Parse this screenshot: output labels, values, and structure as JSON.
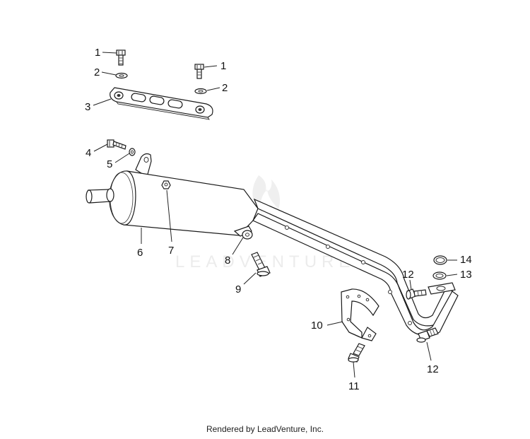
{
  "watermark": {
    "text": "LEADVENTURE"
  },
  "footer": {
    "text": "Rendered by LeadVenture, Inc."
  },
  "callouts": {
    "c1a": "1",
    "c1b": "1",
    "c2a": "2",
    "c2b": "2",
    "c3": "3",
    "c4": "4",
    "c5": "5",
    "c6": "6",
    "c7": "7",
    "c8": "8",
    "c9": "9",
    "c10": "10",
    "c11": "11",
    "c12a": "12",
    "c12b": "12",
    "c13": "13",
    "c14": "14"
  }
}
